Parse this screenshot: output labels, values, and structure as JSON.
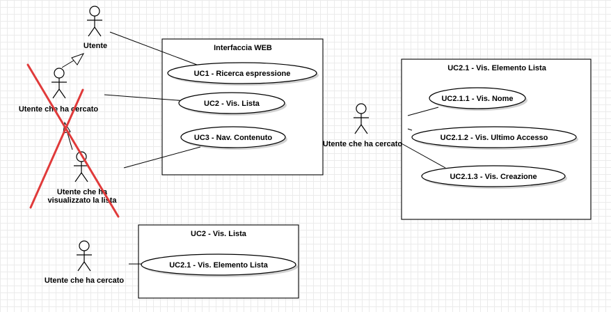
{
  "systems": {
    "web": {
      "title": "Interfaccia WEB"
    },
    "uc21": {
      "title": "UC2.1 - Vis. Elemento Lista"
    },
    "uc2": {
      "title": "UC2 - Vis. Lista"
    }
  },
  "actors": {
    "utente": "Utente",
    "cercato_top": "Utente che ha cercato",
    "visualizzato_line1": "Utente che ha",
    "visualizzato_line2": "visualizzato la lista",
    "cercato_mid": "Utente che ha cercato",
    "cercato_bottom": "Utente che ha cercato"
  },
  "use_cases": {
    "uc1": "UC1 - Ricerca espressione",
    "uc2": "UC2 - Vis. Lista",
    "uc3": "UC3 - Nav. Contenuto",
    "uc211": "UC2.1.1 - Vis. Nome",
    "uc212": "UC2.1.2 - Vis. Ultimo Accesso",
    "uc213": "UC2.1.3 - Vis. Creazione",
    "uc21": "UC2.1 - Vis. Elemento Lista"
  },
  "colors": {
    "cross": "#e03a3a",
    "grid": "#ebebeb"
  }
}
